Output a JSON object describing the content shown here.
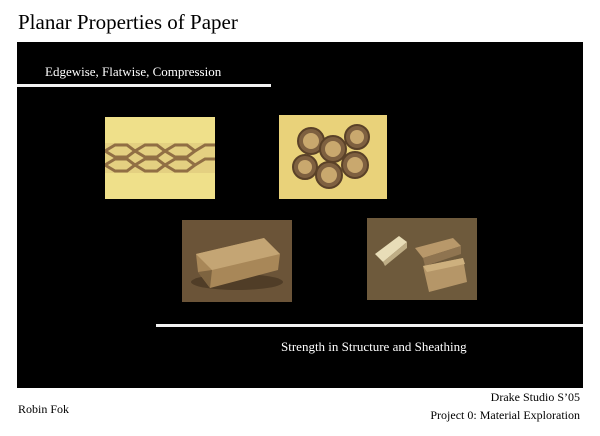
{
  "slide": {
    "title": "Planar Properties of Paper",
    "subtitle_top": "Edgewise, Flatwise, Compression",
    "subtitle_bottom": "Strength in Structure and Sheathing",
    "author": "Robin Fok",
    "studio": "Drake Studio S’05",
    "project": "Project 0: Material Exploration"
  },
  "colors": {
    "panel": "#000000",
    "rule": "#f2f2f2",
    "photo_background_light": "#efe08a",
    "paper_tan": "#a88758"
  },
  "photos": [
    {
      "subject": "honeycomb-paper-strip"
    },
    {
      "subject": "paper-tube-cluster"
    },
    {
      "subject": "compressed-paper-block"
    },
    {
      "subject": "paper-blocks-group"
    }
  ]
}
